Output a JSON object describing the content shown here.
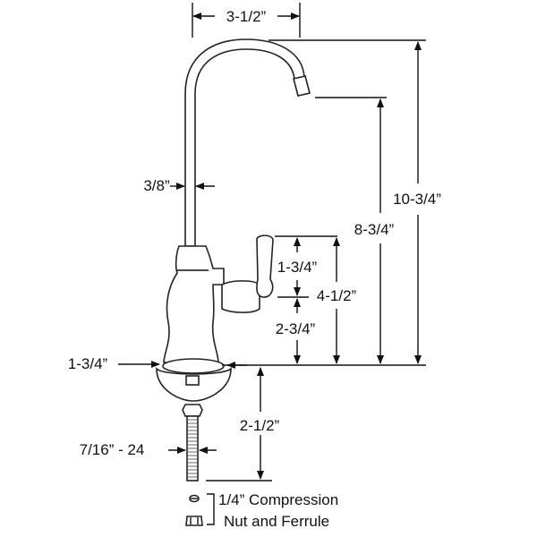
{
  "dimensions": {
    "spout_reach": "3-1/2”",
    "overall_height": "10-3/4”",
    "spout_height": "8-3/4”",
    "spout_diameter": "3/8”",
    "handle_length": "1-3/4”",
    "handle_height_total": "4-1/2”",
    "handle_pivot_height": "2-3/4”",
    "base_diameter": "1-3/4”",
    "shank_length": "2-1/2”",
    "thread_size": "7/16” - 24"
  },
  "parts_note": {
    "line1": "1/4” Compression",
    "line2": "Nut and Ferrule"
  }
}
